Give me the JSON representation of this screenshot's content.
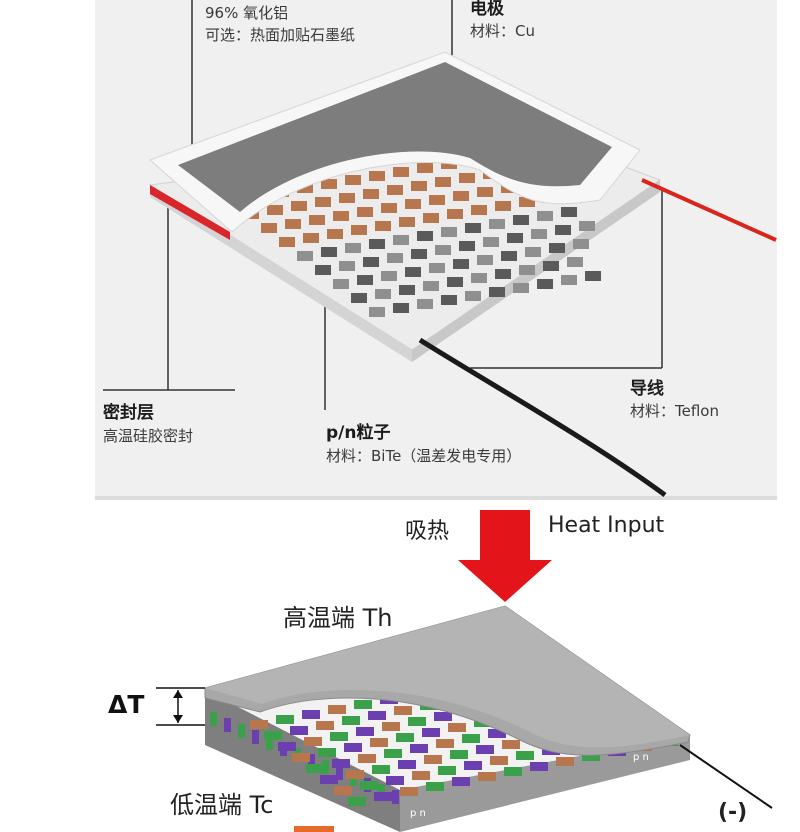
{
  "top_labels": {
    "ceramic_line1": "96% 氧化铝",
    "ceramic_line2": "可选：热面加贴石墨纸",
    "electrode_title": "电极",
    "electrode_material": "材料：Cu",
    "wire_title": "导线",
    "wire_material": "材料：Teflon",
    "seal_title": "密封层",
    "seal_desc": "高温硅胶密封",
    "particle_title": "p/n粒子",
    "particle_material": "材料：BiTe（温差发电专用）"
  },
  "bottom_labels": {
    "heat_cn": "吸热",
    "heat_en": "Heat Input",
    "hot_side": "高温端 Th",
    "cold_side": "低温端 Tc",
    "delta_t": "ΔT",
    "negative": "(-)",
    "pn_mark_1": "p n",
    "pn_mark_2": "p n"
  },
  "colors": {
    "arrow_red": "#e3151b",
    "wire_red": "#d9261c",
    "plate_grey": "#8a8a8a",
    "copper": "#b8764e",
    "p_leg": "#6b3fb0",
    "n_leg": "#3aa04a"
  }
}
